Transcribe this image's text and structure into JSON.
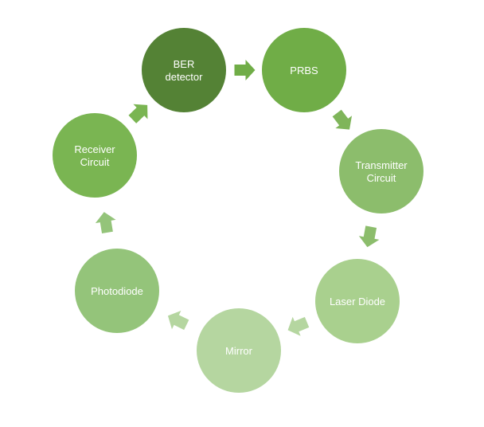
{
  "diagram": {
    "type": "cycle",
    "nodes": [
      {
        "id": "ber",
        "lines": [
          "BER",
          "detector"
        ],
        "color": "#548235"
      },
      {
        "id": "prbs",
        "lines": [
          "PRBS"
        ],
        "color": "#70ad47"
      },
      {
        "id": "transmitter",
        "lines": [
          "Transmitter",
          "Circuit"
        ],
        "color": "#8cbd6c"
      },
      {
        "id": "laser",
        "lines": [
          "Laser Diode"
        ],
        "color": "#a9d08e"
      },
      {
        "id": "mirror",
        "lines": [
          "Mirror"
        ],
        "color": "#b5d6a0"
      },
      {
        "id": "photodiode",
        "lines": [
          "Photodiode"
        ],
        "color": "#94c47a"
      },
      {
        "id": "receiver",
        "lines": [
          "Receiver",
          "Circuit"
        ],
        "color": "#7ab552"
      }
    ],
    "arrows": [
      {
        "from": "ber",
        "to": "prbs",
        "color": "#70ad47"
      },
      {
        "from": "prbs",
        "to": "transmitter",
        "color": "#7fb55a"
      },
      {
        "from": "transmitter",
        "to": "laser",
        "color": "#8cbd6c"
      },
      {
        "from": "laser",
        "to": "mirror",
        "color": "#b5d6a0"
      },
      {
        "from": "mirror",
        "to": "photodiode",
        "color": "#b5d6a0"
      },
      {
        "from": "photodiode",
        "to": "receiver",
        "color": "#94c47a"
      },
      {
        "from": "receiver",
        "to": "ber",
        "color": "#7ab552"
      }
    ]
  }
}
